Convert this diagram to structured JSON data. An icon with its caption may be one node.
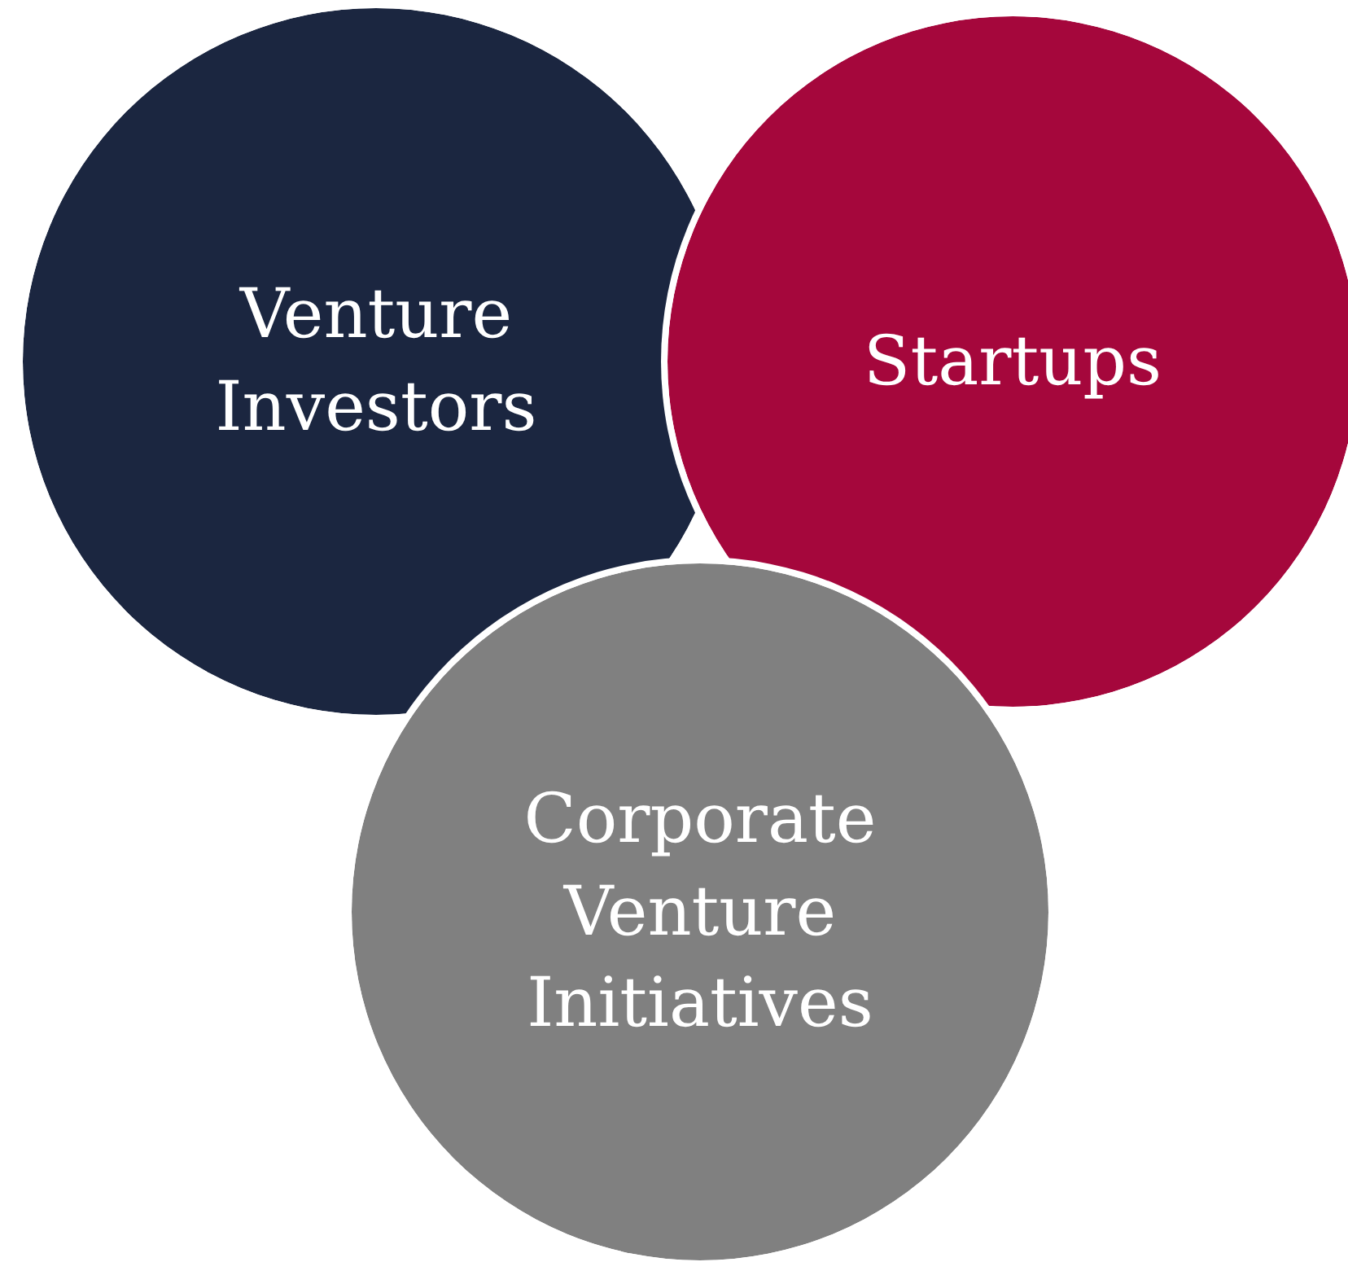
{
  "diagram": {
    "nodes": [
      {
        "text": [
          "Venture Investors"
        ]
      },
      {
        "text": [
          "Startups"
        ]
      },
      {
        "text": [
          "Corporate Venture Initiatives"
        ]
      }
    ]
  }
}
